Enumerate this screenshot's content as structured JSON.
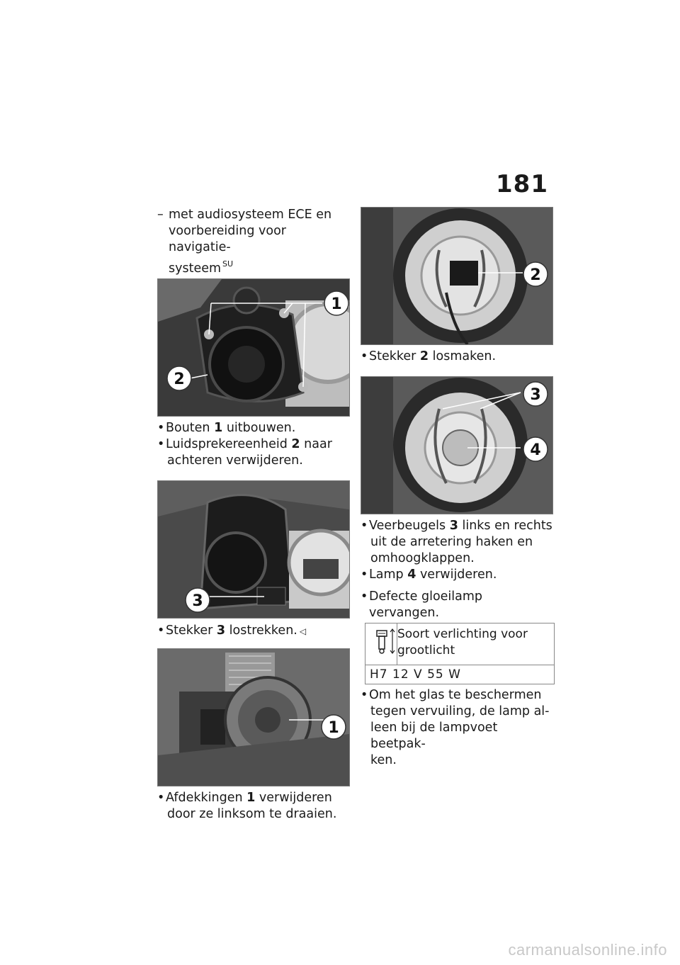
{
  "page_number": "181",
  "left_column": {
    "intro_dash": "–",
    "intro_line1": "met audiosysteem ECE en",
    "intro_line2": "voorbereiding voor navigatie-",
    "intro_line3": "systeem",
    "intro_sup": "SU",
    "photo1_labels": [
      "1",
      "2"
    ],
    "step_bouten_pre": "Bouten ",
    "step_bouten_num": "1",
    "step_bouten_post": " uitbouwen.",
    "step_luid_pre": "Luidsprekereenheid ",
    "step_luid_num": "2",
    "step_luid_post": " naar",
    "step_luid_line2": "achteren verwijderen.",
    "photo2_labels": [
      "3"
    ],
    "step_stekker3_pre": "Stekker ",
    "step_stekker3_num": "3",
    "step_stekker3_post": " lostrekken.",
    "end_mark": "◁",
    "photo3_labels": [
      "1"
    ],
    "step_afdek_pre": "Afdekkingen ",
    "step_afdek_num": "1",
    "step_afdek_post": " verwijderen",
    "step_afdek_line2": "door ze linksom te draaien."
  },
  "right_column": {
    "photo4_labels": [
      "2"
    ],
    "step_stekker2_pre": "Stekker ",
    "step_stekker2_num": "2",
    "step_stekker2_post": " losmaken.",
    "photo5_labels": [
      "3",
      "4"
    ],
    "step_veer_pre": "Veerbeugels ",
    "step_veer_num": "3",
    "step_veer_post": " links en rechts",
    "step_veer_line2": "uit de arretering haken en",
    "step_veer_line3": "omhoogklappen.",
    "step_lamp_pre": "Lamp ",
    "step_lamp_num": "4",
    "step_lamp_post": " verwijderen.",
    "step_defect": "Defecte gloeilamp vervangen.",
    "table_header_line1": "Soort verlichting voor",
    "table_header_line2": "grootlicht",
    "table_value": "H7 12 V 55 W",
    "step_glas_line1": "Om het glas te beschermen",
    "step_glas_line2": "tegen vervuiling, de lamp al-",
    "step_glas_line3": "leen bij de lampvoet beetpak-",
    "step_glas_line4": "ken."
  },
  "bullet": "•",
  "watermark": "carmanualsonline.info"
}
